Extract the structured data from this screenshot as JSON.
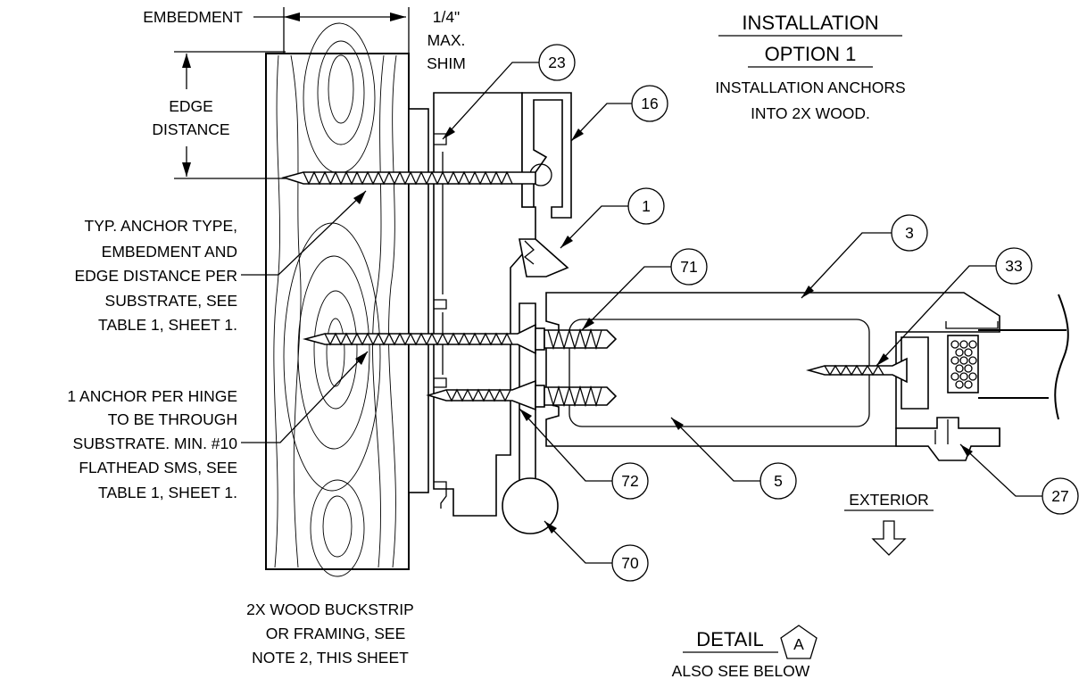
{
  "title": {
    "line1": "INSTALLATION",
    "line2": "OPTION 1",
    "line3": "INSTALLATION ANCHORS",
    "line4": "INTO 2X WOOD."
  },
  "dimensions": {
    "embedment": "EMBEDMENT",
    "shim_1": "1/4\"",
    "shim_2": "MAX.",
    "shim_3": "SHIM",
    "edge_1": "EDGE",
    "edge_2": "DISTANCE"
  },
  "notes": {
    "anchor_type": [
      "TYP. ANCHOR TYPE,",
      "EMBEDMENT AND",
      "EDGE DISTANCE PER",
      "SUBSTRATE, SEE",
      "TABLE 1, SHEET 1."
    ],
    "hinge_anchor": [
      "1 ANCHOR PER HINGE",
      "TO BE THROUGH",
      "SUBSTRATE. MIN. #10",
      "FLATHEAD SMS, SEE",
      "TABLE 1, SHEET 1."
    ],
    "wood": [
      "2X WOOD BUCKSTRIP",
      "OR FRAMING, SEE",
      "NOTE 2, THIS SHEET"
    ]
  },
  "exterior_label": "EXTERIOR",
  "detail": {
    "label": "DETAIL",
    "tag": "A",
    "see_below": "ALSO SEE BELOW"
  },
  "callouts": [
    "23",
    "16",
    "1",
    "3",
    "71",
    "33",
    "72",
    "5",
    "27",
    "70"
  ]
}
